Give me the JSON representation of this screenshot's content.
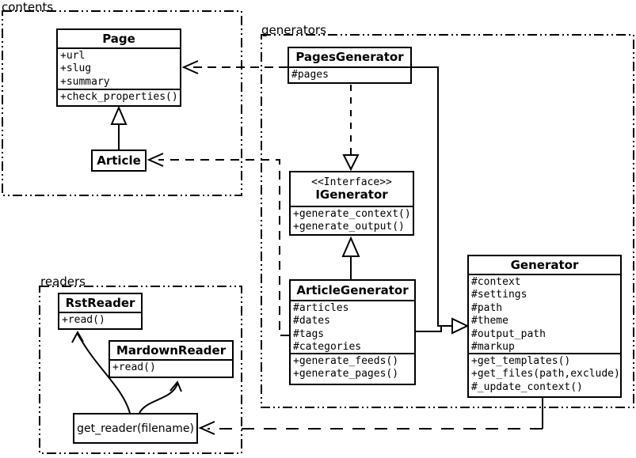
{
  "packages": {
    "contents": {
      "label": "contents"
    },
    "generators": {
      "label": "generators"
    },
    "readers": {
      "label": "readers"
    }
  },
  "classes": {
    "page": {
      "name": "Page",
      "attributes": [
        "+url",
        "+slug",
        "+summary"
      ],
      "methods": [
        "+check_properties()"
      ]
    },
    "article": {
      "name": "Article"
    },
    "pages_generator": {
      "name": "PagesGenerator",
      "attributes": [
        "#pages"
      ]
    },
    "igenerator": {
      "stereotype": "<<Interface>>",
      "name": "IGenerator",
      "methods": [
        "+generate_context()",
        "+generate_output()"
      ]
    },
    "article_generator": {
      "name": "ArticleGenerator",
      "attributes": [
        "#articles",
        "#dates",
        "#tags",
        "#categories"
      ],
      "methods": [
        "+generate_feeds()",
        "+generate_pages()"
      ]
    },
    "generator": {
      "name": "Generator",
      "attributes": [
        "#context",
        "#settings",
        "#path",
        "#theme",
        "#output_path",
        "#markup"
      ],
      "methods": [
        "+get_templates()",
        "+get_files(path,exclude)",
        "#_update_context()"
      ]
    },
    "rst_reader": {
      "name": "RstReader",
      "methods": [
        "+read()"
      ]
    },
    "markdown_reader": {
      "name": "MardownReader",
      "methods": [
        "+read()"
      ]
    },
    "get_reader": {
      "label": "get_reader(filename)"
    }
  },
  "relationships": [
    {
      "from": "Article",
      "to": "Page",
      "type": "inheritance"
    },
    {
      "from": "PagesGenerator",
      "to": "Page",
      "type": "dependency"
    },
    {
      "from": "PagesGenerator",
      "to": "IGenerator",
      "type": "realization"
    },
    {
      "from": "ArticleGenerator",
      "to": "IGenerator",
      "type": "realization"
    },
    {
      "from": "PagesGenerator",
      "to": "Generator",
      "type": "inheritance"
    },
    {
      "from": "ArticleGenerator",
      "to": "Generator",
      "type": "inheritance"
    },
    {
      "from": "ArticleGenerator",
      "to": "Article",
      "type": "dependency"
    },
    {
      "from": "Generator",
      "to": "get_reader(filename)",
      "type": "dependency"
    },
    {
      "from": "get_reader(filename)",
      "to": "RstReader",
      "type": "call"
    },
    {
      "from": "get_reader(filename)",
      "to": "MardownReader",
      "type": "call"
    }
  ],
  "colors": {
    "line": "#000000",
    "background": "#ffffff"
  }
}
